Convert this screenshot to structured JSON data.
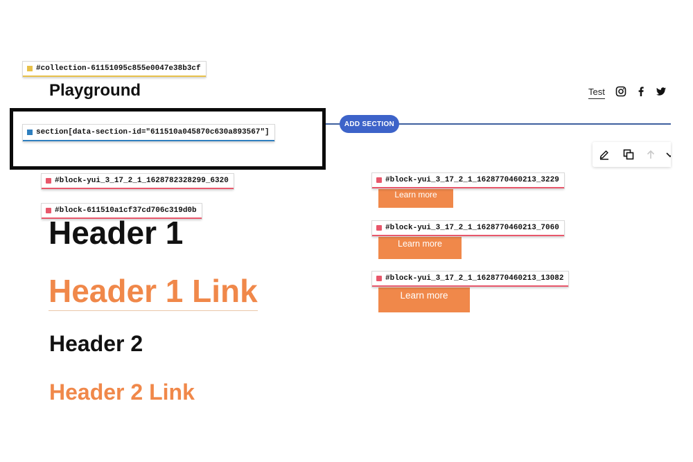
{
  "tags": {
    "collection": "#collection-61151095c855e0047e38b3cf",
    "section": "section[data-section-id=\"611510a045870c630a893567\"]",
    "block_left_1": "#block-yui_3_17_2_1_1628782328299_6320",
    "block_left_2": "#block-611510a1cf37cd706c319d0b",
    "block_right_1": "#block-yui_3_17_2_1_1628770460213_3229",
    "block_right_2": "#block-yui_3_17_2_1_1628770460213_7060",
    "block_right_3": "#block-yui_3_17_2_1_1628770460213_13082"
  },
  "header": {
    "site_title": "Playground",
    "nav_link": "Test",
    "social_icons": [
      "instagram-icon",
      "facebook-icon",
      "twitter-icon"
    ]
  },
  "editor": {
    "add_section_label": "ADD SECTION",
    "toolbar_icons": [
      "pencil-icon",
      "duplicate-icon",
      "arrow-up-icon",
      "chevron-down-icon"
    ]
  },
  "content": {
    "header1": "Header 1",
    "header1_link": "Header 1 Link",
    "header2": "Header 2",
    "header2_link": "Header 2 Link"
  },
  "buttons": [
    {
      "label": "Learn more"
    },
    {
      "label": "Learn more"
    },
    {
      "label": "Learn more"
    }
  ],
  "colors": {
    "accent_orange": "#f0884a",
    "add_section_blue": "#3d63c9",
    "tag_yellow": "#e8c14a",
    "tag_red": "#e8576b",
    "tag_blue": "#2f7fbf"
  }
}
